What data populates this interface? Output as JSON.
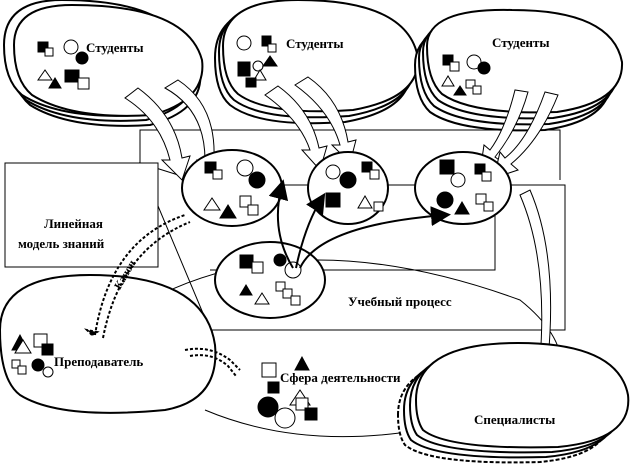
{
  "diagram": {
    "labels": {
      "students_1": "Студенты",
      "students_2": "Студенты",
      "students_3": "Студенты",
      "linear_model": "Линейная",
      "linear_model_2": "модель знаний",
      "learning_process": "Учебный процесс",
      "teacher": "Преподаватель",
      "activity_sphere": "Сфера деятельности",
      "specialists": "Специалисты",
      "curved_arrow_text": "Канон"
    }
  }
}
